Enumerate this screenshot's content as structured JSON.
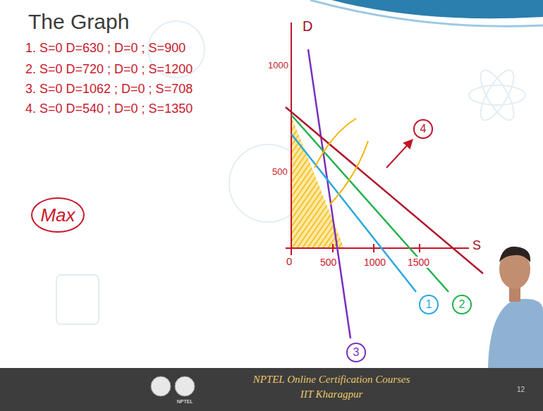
{
  "diagram": {
    "title": "The Graph",
    "nodes": [
      {
        "text": [
          "4"
        ]
      },
      {
        "text": [
          "Max"
        ]
      },
      {
        "text": [
          "1"
        ]
      },
      {
        "text": [
          "2"
        ]
      },
      {
        "text": [
          "3"
        ]
      }
    ],
    "labels": [
      "1. S=0 D=630 ; D=0 ; S=900",
      "2. S=0 D=720 ; D=0 ; S=1200",
      "3. S=0 D=1062 ; D=0 ; S=708",
      "4. S=0 D=540 ; D=0 ; S=1350",
      "D",
      "1000",
      "500",
      "0",
      "500",
      "1000",
      "1500",
      "S",
      "NPTEL Online Certification Courses",
      "IIT Kharagpur",
      "12",
      "NPTEL"
    ]
  }
}
